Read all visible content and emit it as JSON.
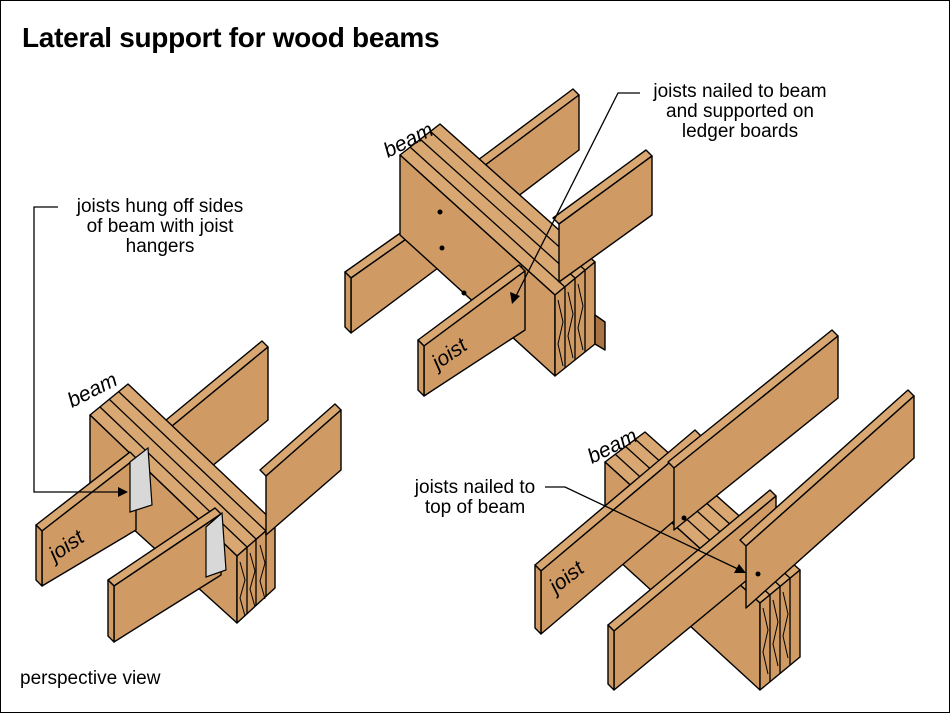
{
  "title": "Lateral support for wood beams",
  "callouts": {
    "hangers": [
      "joists hung off sides",
      "of beam with joist",
      "hangers"
    ],
    "ledger": [
      "joists nailed to beam",
      "and supported on",
      "ledger boards"
    ],
    "top": [
      "joists nailed to",
      "top of beam"
    ]
  },
  "labels": {
    "beam": "beam",
    "joist": "joist"
  },
  "footer": "perspective  view",
  "colors": {
    "wood": "#cf9a63",
    "wood_top": "#d9a771",
    "hanger": "#d8d8d8",
    "outline": "#000000"
  }
}
